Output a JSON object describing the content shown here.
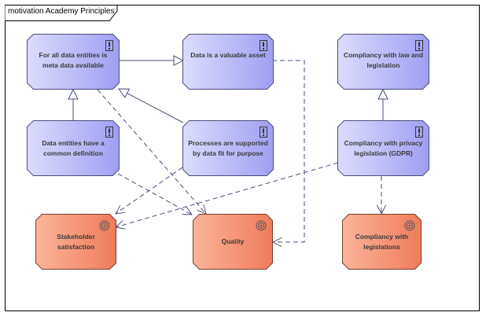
{
  "diagram": {
    "title": "motivation Academy Principles",
    "colors": {
      "principle_fill_light": "#dcdcff",
      "principle_fill_dark": "#9f9ff2",
      "principle_stroke": "#4b4b7a",
      "goal_fill_light": "#fbb49a",
      "goal_fill_dark": "#ee7c5a",
      "goal_stroke": "#7a3f2c",
      "connector": "#4b4b7a"
    },
    "principles": [
      {
        "id": "meta",
        "label": "For all data entities is meta data available",
        "icon": "principle-icon"
      },
      {
        "id": "asset",
        "label": "Data is a valuable asset",
        "icon": "principle-icon"
      },
      {
        "id": "law",
        "label": "Compliancy with law and legislation",
        "icon": "principle-icon"
      },
      {
        "id": "common",
        "label": "Data entities have a common definition",
        "icon": "principle-icon"
      },
      {
        "id": "processes",
        "label": "Processes are supported by data fit for purpose",
        "icon": "principle-icon"
      },
      {
        "id": "gdpr",
        "label": "Compliancy with privacy legislation (GDPR)",
        "icon": "principle-icon"
      }
    ],
    "goals": [
      {
        "id": "stakeholder",
        "label": "Stakeholder satisfaction",
        "icon": "goal-icon"
      },
      {
        "id": "quality",
        "label": "Quality",
        "icon": "goal-icon"
      },
      {
        "id": "legislations",
        "label": "Compliancy with legislations",
        "icon": "goal-icon"
      }
    ]
  }
}
